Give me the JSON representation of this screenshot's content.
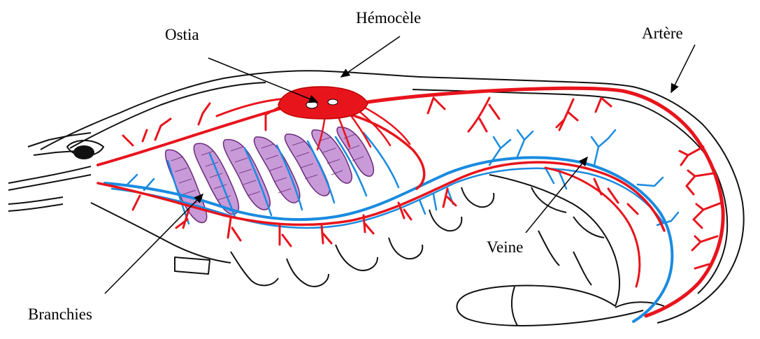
{
  "labels": {
    "ostia": "Ostia",
    "hemocele": "Hémocèle",
    "artere": "Artère",
    "veine": "Veine",
    "branchies": "Branchies"
  },
  "colors": {
    "artery": "#e8141c",
    "vein": "#1a8be0",
    "gills": "#c89ad8",
    "gill_lines": "#6a2a7a",
    "outline": "#111111",
    "background": "#ffffff"
  }
}
